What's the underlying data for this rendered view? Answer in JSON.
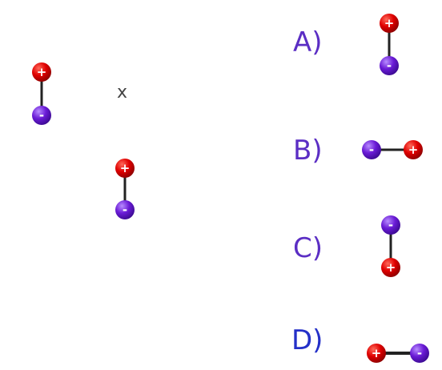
{
  "colors": {
    "positive": "#e00000",
    "negative": "#6a1bd6",
    "bond": "#222222",
    "label": "#5b2ec4",
    "label_d": "#2430c8"
  },
  "signs": {
    "positive": "+",
    "negative": "-"
  },
  "point_label": "x",
  "options": [
    {
      "key": "a",
      "label": "A)",
      "orientation": "positive-top"
    },
    {
      "key": "b",
      "label": "B)",
      "orientation": "positive-right"
    },
    {
      "key": "c",
      "label": "C)",
      "orientation": "positive-bottom"
    },
    {
      "key": "d",
      "label": "D)",
      "orientation": "positive-left"
    }
  ]
}
